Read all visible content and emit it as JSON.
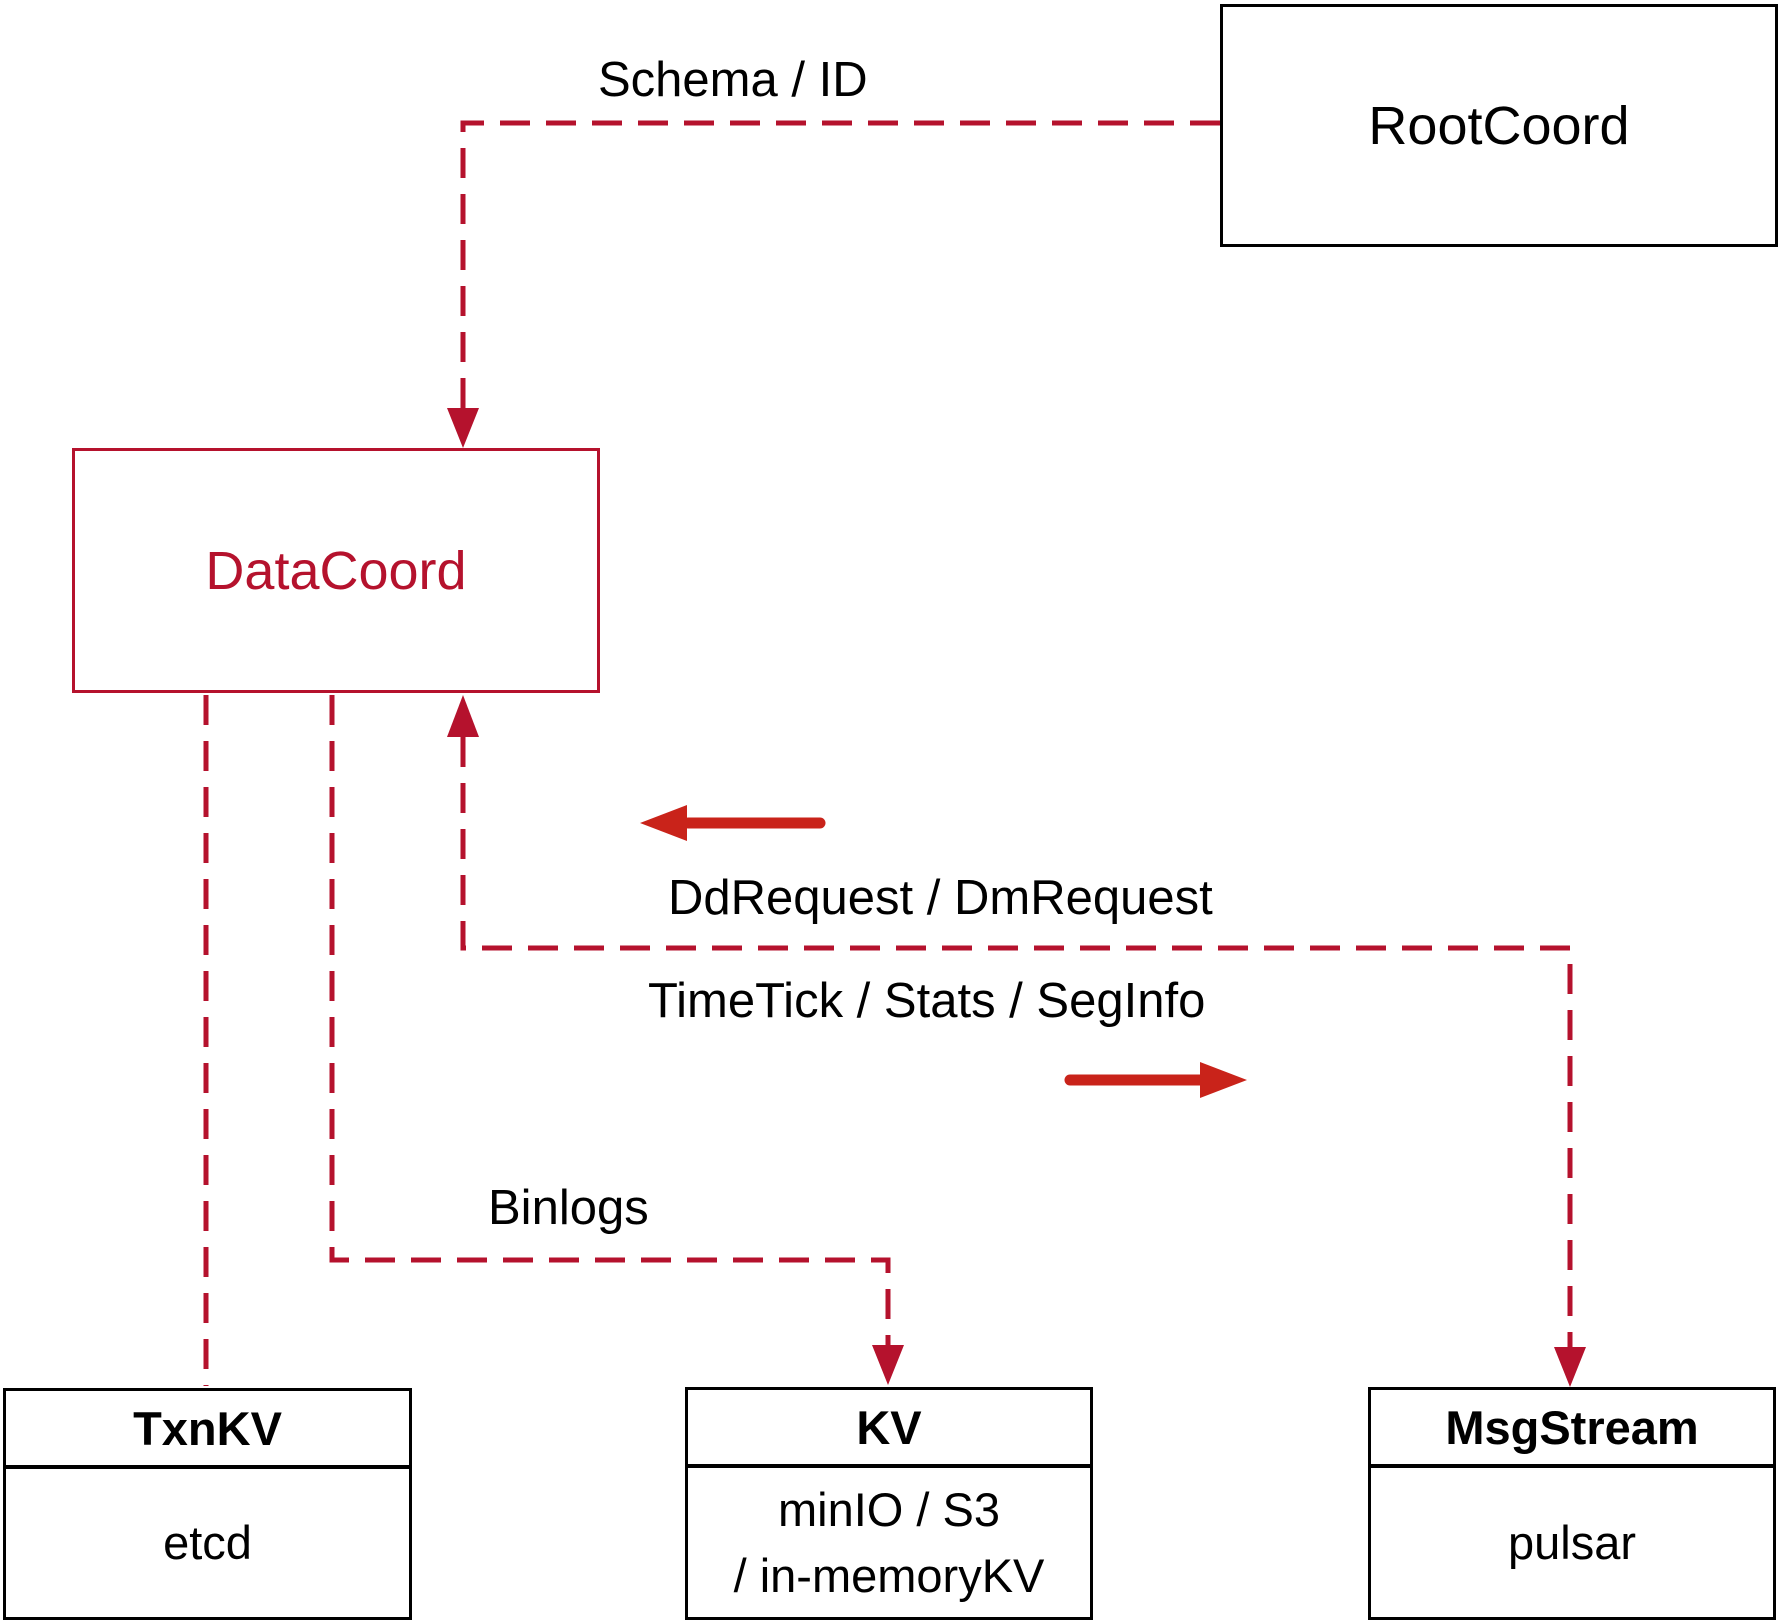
{
  "nodes": {
    "root_coord": {
      "label": "RootCoord"
    },
    "data_coord": {
      "label": "DataCoord"
    },
    "txn_kv": {
      "title": "TxnKV",
      "body_lines": [
        "etcd"
      ]
    },
    "kv": {
      "title": "KV",
      "body_lines": [
        "minIO / S3",
        "/ in-memoryKV"
      ]
    },
    "msg_stream": {
      "title": "MsgStream",
      "body_lines": [
        "pulsar"
      ]
    }
  },
  "edge_labels": {
    "schema_id": "Schema / ID",
    "dd_request": "DdRequest / DmRequest",
    "time_tick": "TimeTick / Stats / SegInfo",
    "binlogs": "Binlogs"
  },
  "colors": {
    "dashed_connector": "#b5122d",
    "solid_arrow": "#c9231a",
    "data_coord_accent": "#b5122d",
    "node_border": "#000000",
    "text": "#000000",
    "background": "#ffffff"
  }
}
